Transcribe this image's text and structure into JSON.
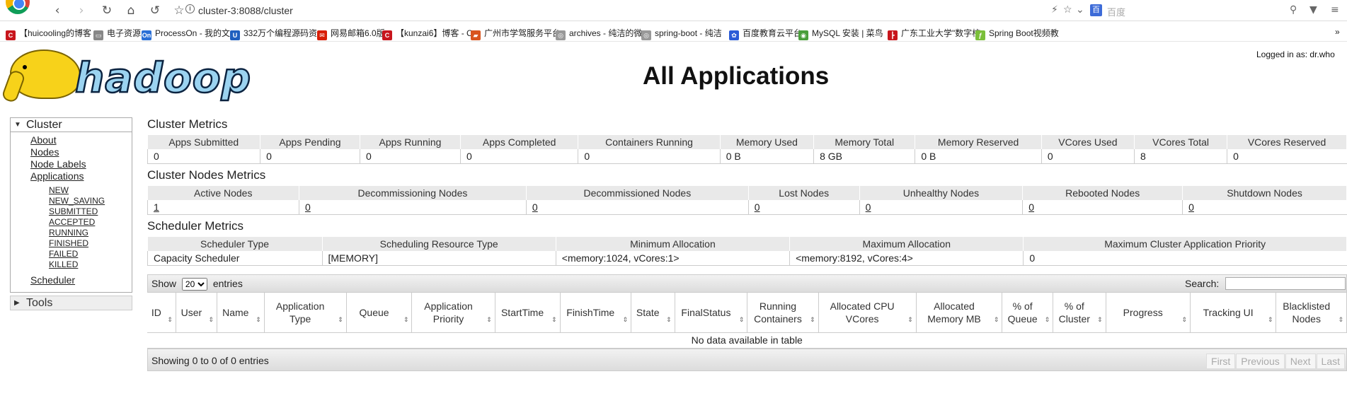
{
  "browser": {
    "url": "cluster-3:8088/cluster",
    "search_placeholder": "百度",
    "bookmarks": [
      {
        "label": "【huicooling的博客",
        "color": "#c8161d",
        "glyph": "C"
      },
      {
        "label": "电子资源",
        "color": "#888888",
        "glyph": "▭"
      },
      {
        "label": "ProcessOn - 我的文",
        "color": "#2a6fd6",
        "glyph": "On"
      },
      {
        "label": "332万个编程源码资",
        "color": "#1f5fbf",
        "glyph": "U"
      },
      {
        "label": "网易邮箱6.0版",
        "color": "#d81e06",
        "glyph": "✉"
      },
      {
        "label": "【kunzai6】博客 - C",
        "color": "#c8161d",
        "glyph": "C"
      },
      {
        "label": "广州市学驾服务平台",
        "color": "#d9551f",
        "glyph": "▰"
      },
      {
        "label": "archives - 纯洁的微",
        "color": "#999999",
        "glyph": "◎"
      },
      {
        "label": "spring-boot - 纯洁",
        "color": "#999999",
        "glyph": "◎"
      },
      {
        "label": "百度教育云平台",
        "color": "#2a5bd7",
        "glyph": "✿"
      },
      {
        "label": "MySQL 安装 | 菜鸟",
        "color": "#4a9e3b",
        "glyph": "◉"
      },
      {
        "label": "广东工业大学\"数字校",
        "color": "#c8161d",
        "glyph": "┣"
      },
      {
        "label": "Spring Boot视频教",
        "color": "#7bbf3a",
        "glyph": "ƒ"
      }
    ]
  },
  "header": {
    "logo_text": "hadoop",
    "title": "All Applications",
    "logged_in": "Logged in as: dr.who"
  },
  "sidebar": {
    "cluster_label": "Cluster",
    "links": [
      "About",
      "Nodes",
      "Node Labels",
      "Applications"
    ],
    "app_states": [
      "NEW",
      "NEW_SAVING",
      "SUBMITTED",
      "ACCEPTED",
      "RUNNING",
      "FINISHED",
      "FAILED",
      "KILLED"
    ],
    "scheduler": "Scheduler",
    "tools_label": "Tools"
  },
  "cluster_metrics": {
    "title": "Cluster Metrics",
    "headers": [
      "Apps Submitted",
      "Apps Pending",
      "Apps Running",
      "Apps Completed",
      "Containers Running",
      "Memory Used",
      "Memory Total",
      "Memory Reserved",
      "VCores Used",
      "VCores Total",
      "VCores Reserved"
    ],
    "values": [
      "0",
      "0",
      "0",
      "0",
      "0",
      "0 B",
      "8 GB",
      "0 B",
      "0",
      "8",
      "0"
    ]
  },
  "node_metrics": {
    "title": "Cluster Nodes Metrics",
    "headers": [
      "Active Nodes",
      "Decommissioning Nodes",
      "Decommissioned Nodes",
      "Lost Nodes",
      "Unhealthy Nodes",
      "Rebooted Nodes",
      "Shutdown Nodes"
    ],
    "values": [
      "1",
      "0",
      "0",
      "0",
      "0",
      "0",
      "0"
    ]
  },
  "scheduler_metrics": {
    "title": "Scheduler Metrics",
    "headers": [
      "Scheduler Type",
      "Scheduling Resource Type",
      "Minimum Allocation",
      "Maximum Allocation",
      "Maximum Cluster Application Priority"
    ],
    "values": [
      "Capacity Scheduler",
      "[MEMORY]",
      "<memory:1024, vCores:1>",
      "<memory:8192, vCores:4>",
      "0"
    ]
  },
  "apps_table": {
    "show_label": "Show",
    "entries_label": "entries",
    "page_size": "20",
    "search_label": "Search:",
    "columns": [
      "ID",
      "User",
      "Name",
      "Application Type",
      "Queue",
      "Application Priority",
      "StartTime",
      "FinishTime",
      "State",
      "FinalStatus",
      "Running Containers",
      "Allocated CPU VCores",
      "Allocated Memory MB",
      "% of Queue",
      "% of Cluster",
      "Progress",
      "Tracking UI",
      "Blacklisted Nodes"
    ],
    "empty_message": "No data available in table",
    "info": "Showing 0 to 0 of 0 entries",
    "pager": [
      "First",
      "Previous",
      "Next",
      "Last"
    ]
  }
}
